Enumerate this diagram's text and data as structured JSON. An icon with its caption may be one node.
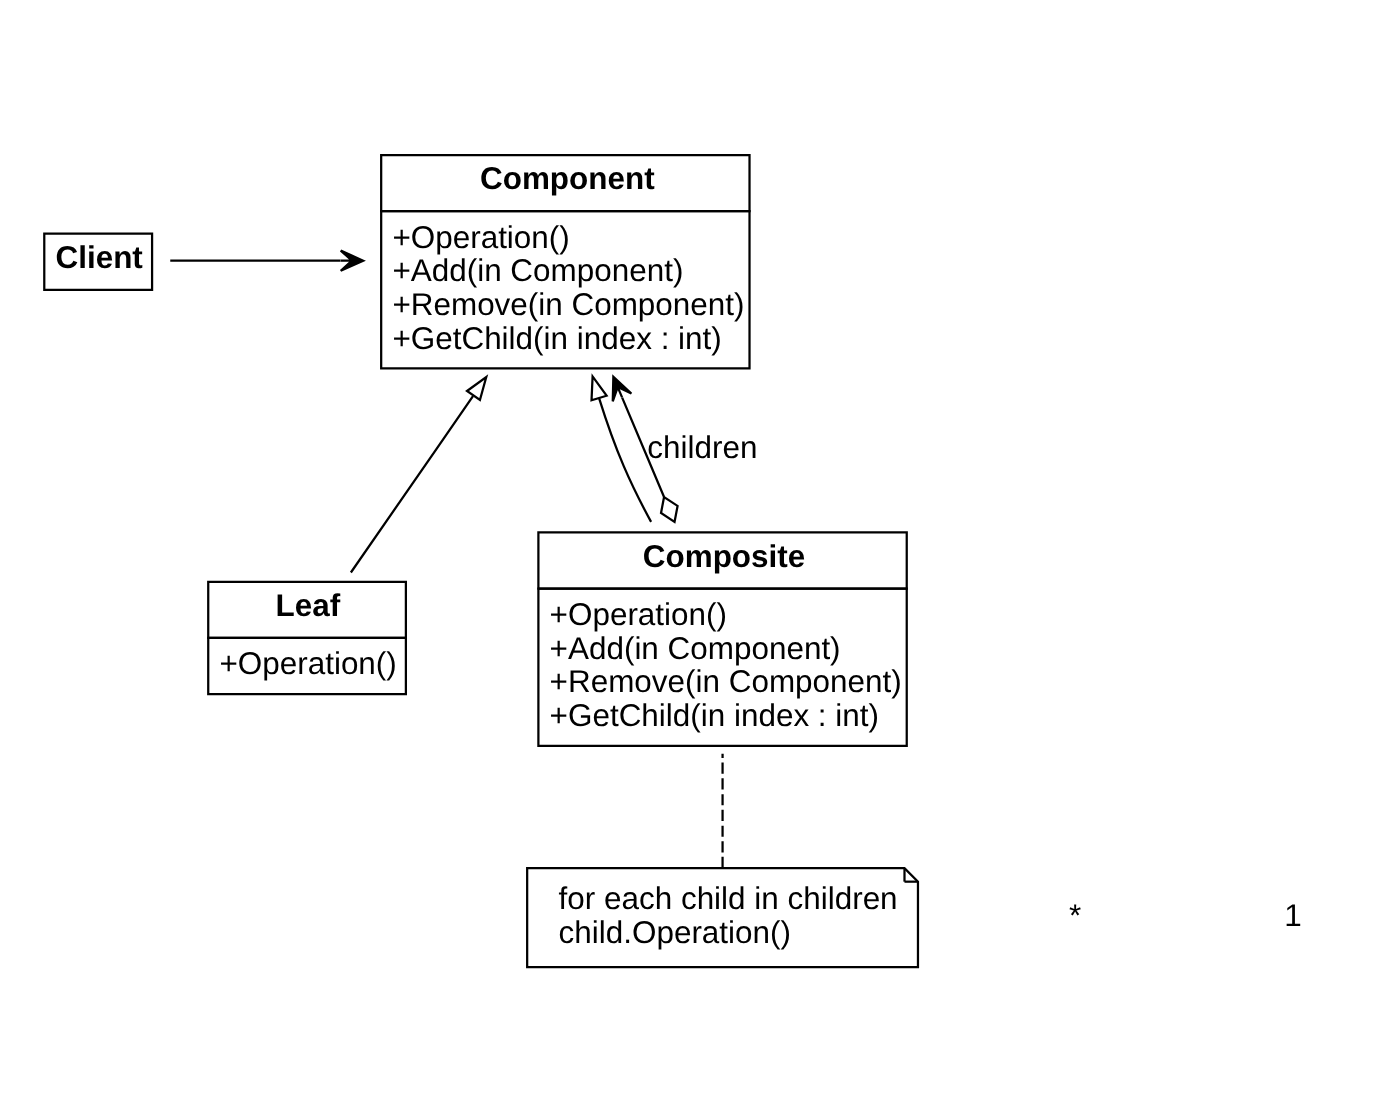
{
  "diagram": {
    "nodes": [
      {
        "text": [
          "Client"
        ]
      },
      {
        "text": [
          "Component",
          "+Operation()",
          "+Add(in Component)",
          "+Remove(in Component)",
          "+GetChild(in index : int)"
        ]
      },
      {
        "text": [
          "Leaf",
          "+Operation()"
        ]
      },
      {
        "text": [
          "Composite",
          "+Operation()",
          "+Add(in Component)",
          "+Remove(in Component)",
          "+GetChild(in index : int)"
        ]
      },
      {
        "text": [
          "for each child in children",
          "child.Operation()"
        ]
      }
    ],
    "edges": [
      {
        "from": 0,
        "to": 1,
        "arrow": "to"
      },
      {
        "from": 2,
        "to": 1,
        "arrow": "to"
      },
      {
        "from": 3,
        "to": 1,
        "arrow": "to"
      },
      {
        "from": 3,
        "to": 1,
        "arrow": "to",
        "label": "children"
      },
      {
        "from": 4,
        "to": 3,
        "arrow": "none",
        "style": "dashed"
      }
    ],
    "labels": [
      "*",
      "1"
    ]
  }
}
